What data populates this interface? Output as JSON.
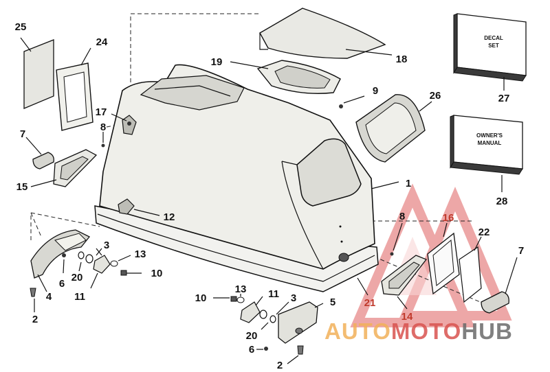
{
  "labels": {
    "p1": "1",
    "p2a": "2",
    "p2b": "2",
    "p3a": "3",
    "p3b": "3",
    "p4": "4",
    "p5": "5",
    "p6a": "6",
    "p6b": "6",
    "p7a": "7",
    "p7b": "7",
    "p8a": "8",
    "p8b": "8",
    "p9": "9",
    "p10a": "10",
    "p10b": "10",
    "p11a": "11",
    "p11b": "11",
    "p12": "12",
    "p13a": "13",
    "p13b": "13",
    "p14": "14",
    "p15": "15",
    "p16": "16",
    "p17": "17",
    "p18": "18",
    "p19": "19",
    "p20a": "20",
    "p20b": "20",
    "p21": "21",
    "p22": "22",
    "p24": "24",
    "p25": "25",
    "p26": "26",
    "p27": "27",
    "p28": "28"
  },
  "decal_box": {
    "line1": "DECAL",
    "line2": "SET"
  },
  "manual_box": {
    "line1": "OWNER'S",
    "line2": "MANUAL"
  },
  "watermark": {
    "part1": "AUTO",
    "part2": "MOTO",
    "part3": "HUB"
  },
  "colors": {
    "watermark_orange": "#f2b15a",
    "watermark_red": "#d9534f",
    "watermark_gray": "#6b6b6b",
    "triangle_red": "#e06060",
    "highlight_label_red": "#c0392b"
  }
}
